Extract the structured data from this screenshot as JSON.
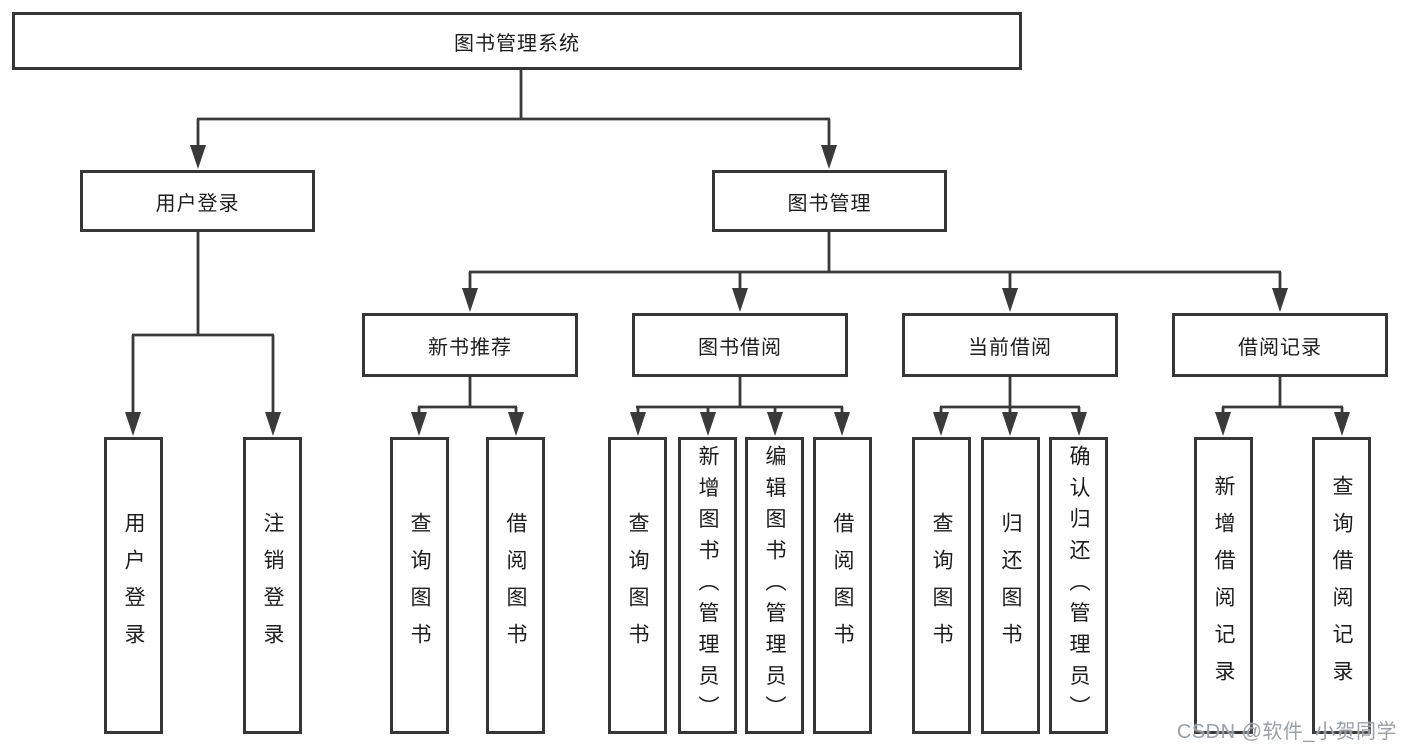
{
  "colors": {
    "line": "#3a3a3a",
    "box_border": "#363636",
    "box_bg": "#ffffff",
    "text": "#1d1d1d",
    "watermark": "#9aa1a8"
  },
  "watermark": "CSDN @软件_小贺同学",
  "diagram": {
    "root": {
      "label": "图书管理系统"
    },
    "level2": [
      {
        "label": "用户登录"
      },
      {
        "label": "图书管理"
      }
    ],
    "level3": [
      {
        "label": "新书推荐",
        "parent": "图书管理"
      },
      {
        "label": "图书借阅",
        "parent": "图书管理"
      },
      {
        "label": "当前借阅",
        "parent": "图书管理"
      },
      {
        "label": "借阅记录",
        "parent": "图书管理"
      }
    ],
    "leaves": [
      {
        "label": "用户登录",
        "parent": "用户登录"
      },
      {
        "label": "注销登录",
        "parent": "用户登录"
      },
      {
        "label": "查询图书",
        "parent": "新书推荐"
      },
      {
        "label": "借阅图书",
        "parent": "新书推荐"
      },
      {
        "label": "查询图书",
        "parent": "图书借阅"
      },
      {
        "label": "新增图书（管理员）",
        "parent": "图书借阅"
      },
      {
        "label": "编辑图书（管理员）",
        "parent": "图书借阅"
      },
      {
        "label": "借阅图书",
        "parent": "图书借阅"
      },
      {
        "label": "查询图书",
        "parent": "当前借阅"
      },
      {
        "label": "归还图书",
        "parent": "当前借阅"
      },
      {
        "label": "确认归还（管理员）",
        "parent": "当前借阅"
      },
      {
        "label": "新增借阅记录",
        "parent": "借阅记录"
      },
      {
        "label": "查询借阅记录",
        "parent": "借阅记录"
      }
    ]
  }
}
